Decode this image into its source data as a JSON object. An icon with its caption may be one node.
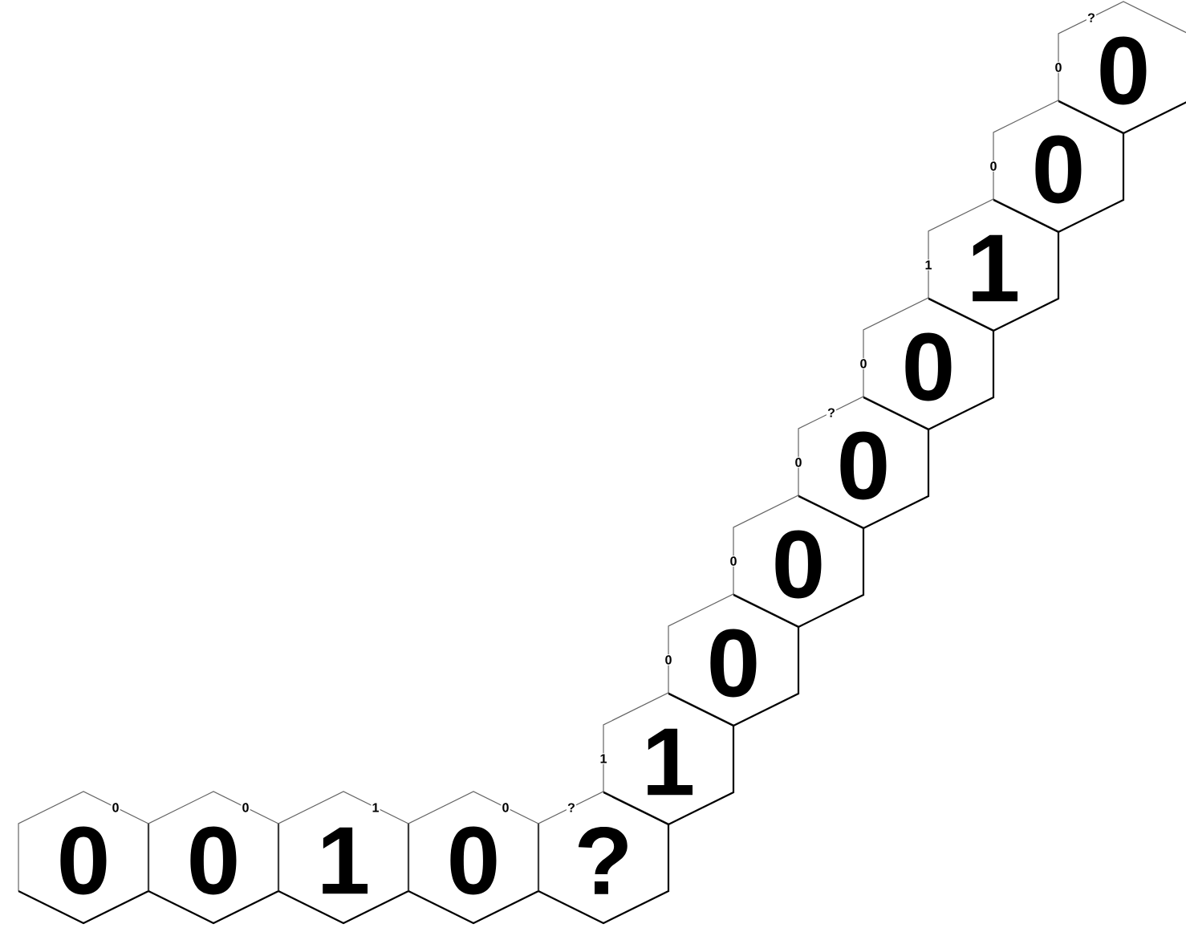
{
  "diagram": {
    "nodes": [
      {
        "text": [
          "0"
        ]
      },
      {
        "text": [
          "0"
        ]
      },
      {
        "text": [
          "1"
        ]
      },
      {
        "text": [
          "0"
        ]
      },
      {
        "text": [
          "?"
        ]
      },
      {
        "text": [
          "1"
        ]
      },
      {
        "text": [
          "0"
        ]
      },
      {
        "text": [
          "0"
        ]
      },
      {
        "text": [
          "0"
        ]
      },
      {
        "text": [
          "0"
        ]
      },
      {
        "text": [
          "1"
        ]
      },
      {
        "text": [
          "0"
        ]
      },
      {
        "text": [
          "0"
        ]
      }
    ],
    "labels": [
      "?",
      "0",
      "0",
      "1",
      "0",
      "?",
      "0",
      "0",
      "0",
      "1",
      "0",
      "0",
      "1",
      "0",
      "?"
    ]
  }
}
